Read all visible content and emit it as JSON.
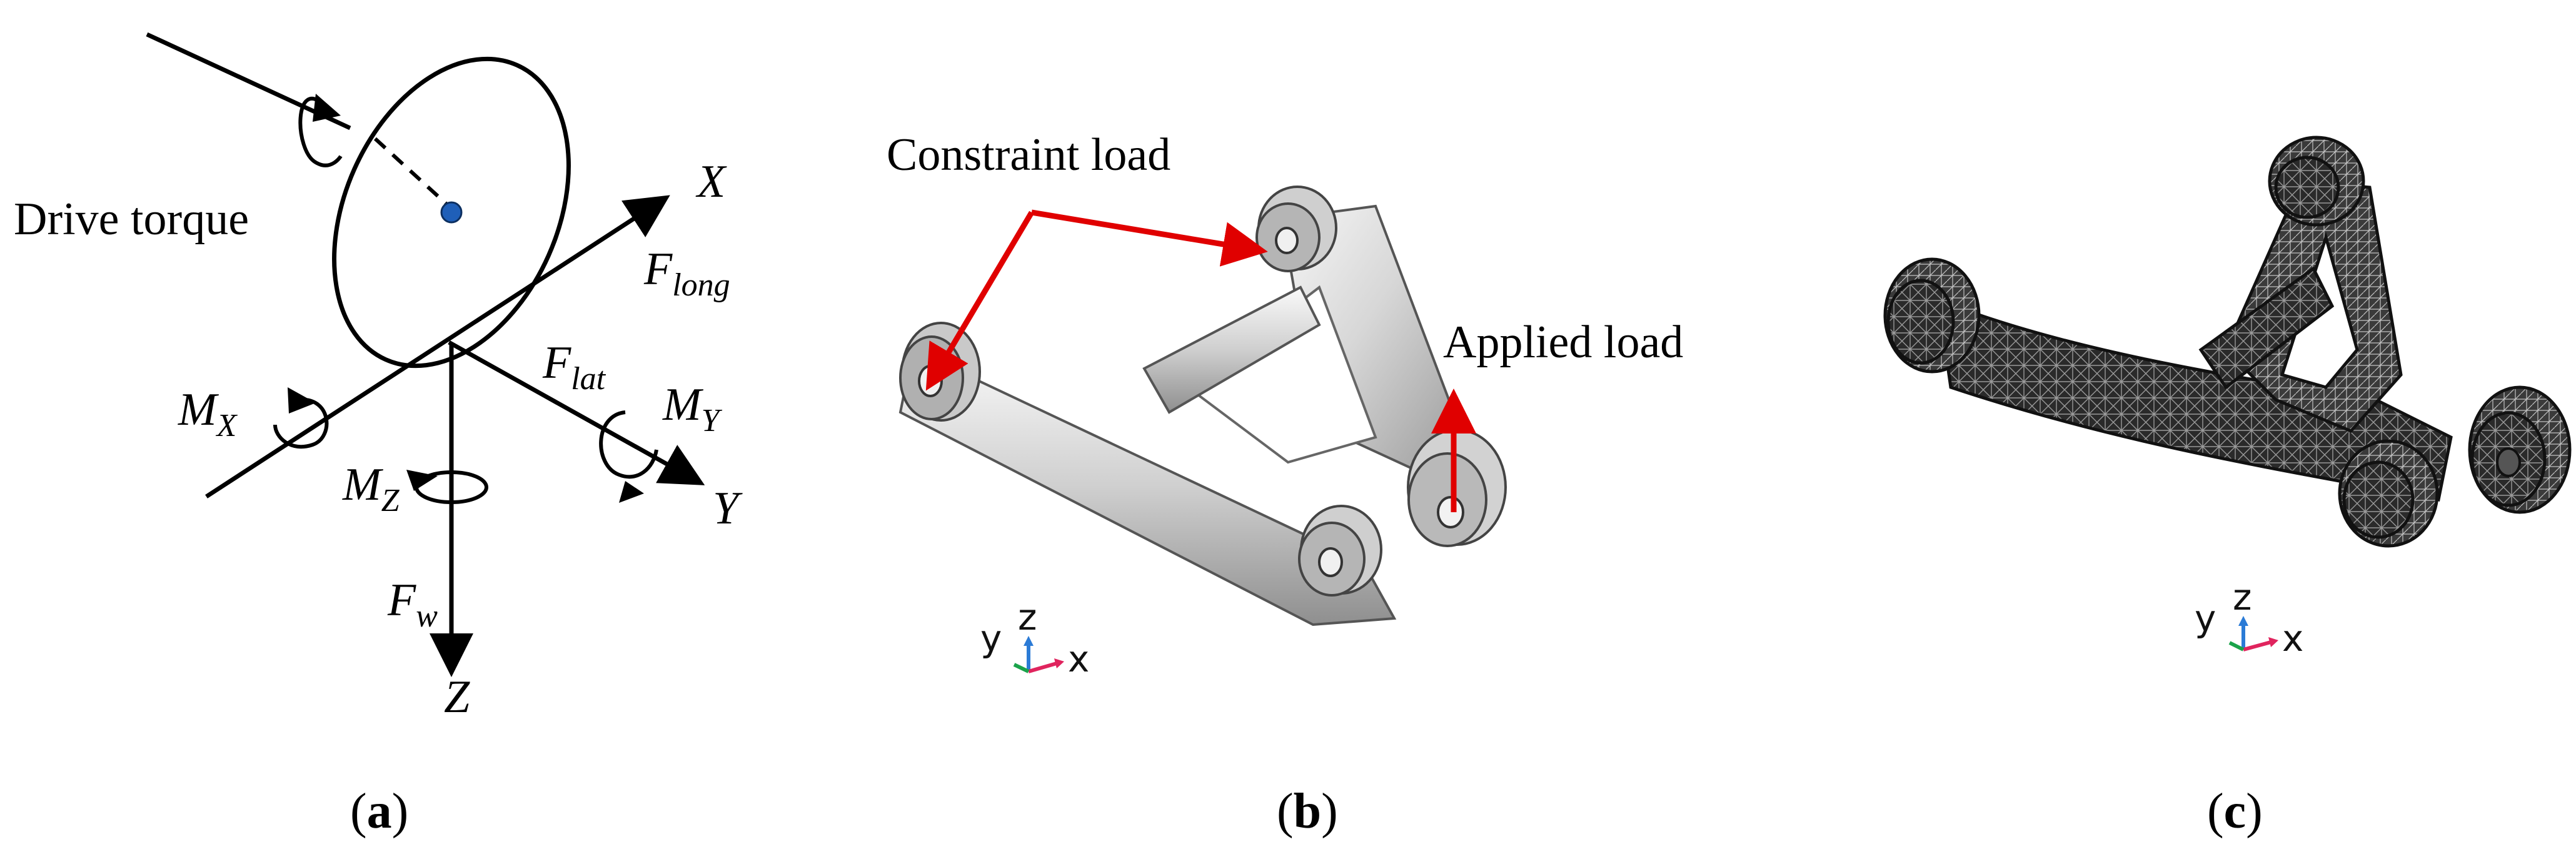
{
  "panel_a": {
    "drive_torque": "Drive torque",
    "axis_x": "X",
    "axis_y": "Y",
    "axis_z": "Z",
    "f_long": {
      "base": "F",
      "sub": "long"
    },
    "f_lat": {
      "base": "F",
      "sub": "lat"
    },
    "f_w": {
      "base": "F",
      "sub": "w"
    },
    "m_x": {
      "base": "M",
      "sub": "X"
    },
    "m_y": {
      "base": "M",
      "sub": "Y"
    },
    "m_z": {
      "base": "M",
      "sub": "Z"
    },
    "caption": {
      "open": "(",
      "letter": "a",
      "close": ")"
    }
  },
  "panel_b": {
    "constraint_load": "Constraint load",
    "applied_load": "Applied load",
    "triad": {
      "x": "x",
      "y": "y",
      "z": "z"
    },
    "caption": {
      "open": "(",
      "letter": "b",
      "close": ")"
    }
  },
  "panel_c": {
    "triad": {
      "x": "x",
      "y": "y",
      "z": "z"
    },
    "caption": {
      "open": "(",
      "letter": "c",
      "close": ")"
    }
  },
  "colors": {
    "arrow_red": "#e00000",
    "ink": "#000000",
    "dot_blue": "#1f5fb8",
    "metal_light": "#e8e8e8",
    "metal_mid": "#bdbdbd",
    "metal_dark": "#8a8a8a",
    "mesh_dark": "#1a1a1a",
    "triad_x": "#e0245e",
    "triad_y": "#1aa34a",
    "triad_z": "#2b7bd6"
  }
}
